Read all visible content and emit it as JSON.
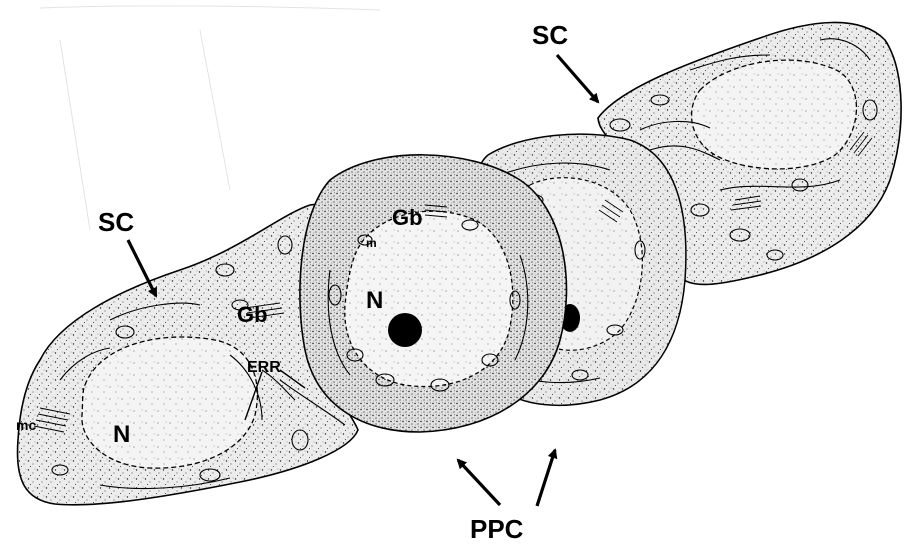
{
  "labels": {
    "sc_top": "SC",
    "sc_left": "SC",
    "ppc": "PPC",
    "gb_center": "Gb",
    "gb_left": "Gb",
    "n_center": "N",
    "n_left": "N",
    "err": "ERR",
    "mc": "mc",
    "m": "m"
  },
  "colors": {
    "ink": "#000000",
    "paper": "#ffffff",
    "cytoplasm": "#ebebeb",
    "nucleus": "#f4f4f4"
  }
}
